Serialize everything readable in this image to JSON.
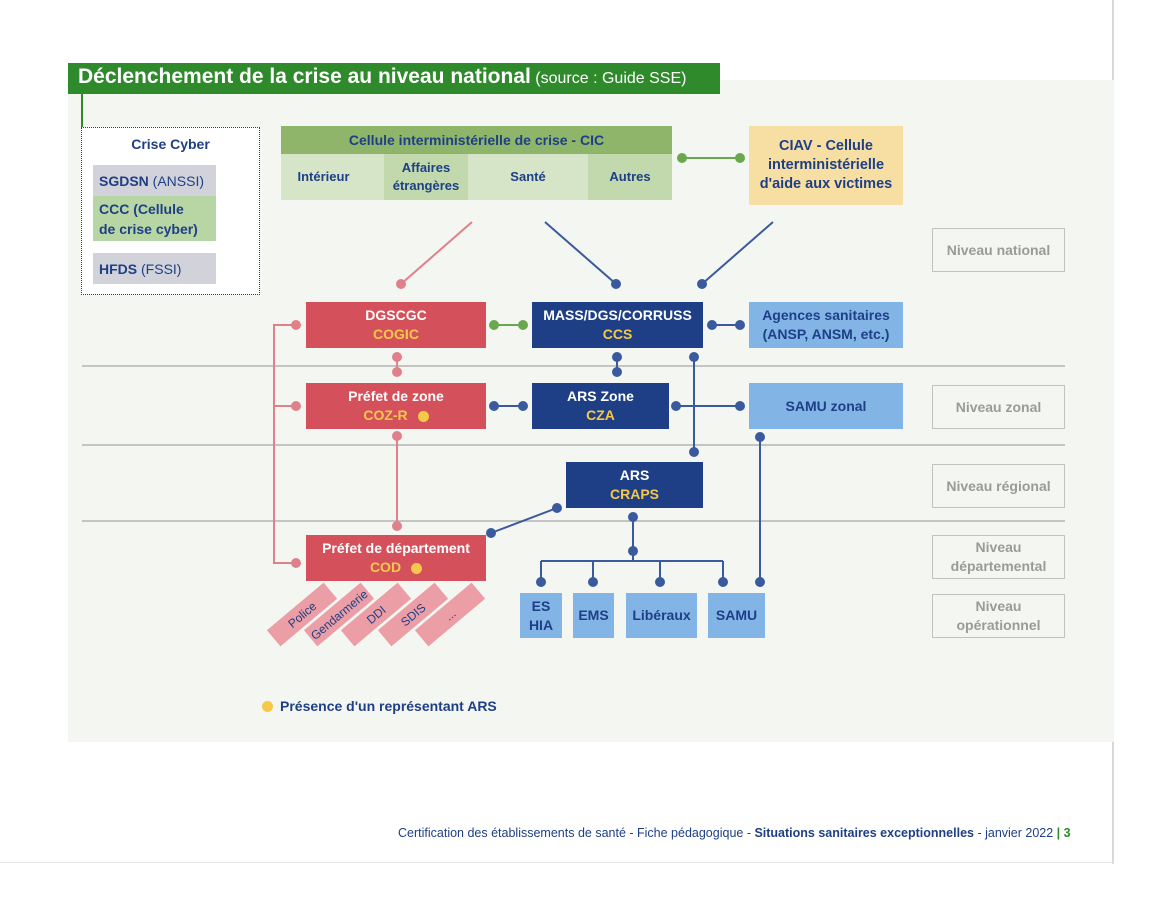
{
  "title": {
    "main": "Déclenchement de la crise au niveau national",
    "source": "(source : Guide SSE)"
  },
  "cyber": {
    "title": "Crise Cyber",
    "sgdsn_bold": "SGDSN",
    "sgdsn_rest": " (ANSSI)",
    "ccc_line1": "CCC (Cellule",
    "ccc_line2": "de crise cyber)",
    "hfds_bold": "HFDS",
    "hfds_rest": " (FSSI)"
  },
  "cic": {
    "header": "Cellule interministérielle de crise - CIC",
    "cells": [
      "Intérieur",
      "Affaires étrangères",
      "Santé",
      "Autres"
    ]
  },
  "ciav": {
    "line1": "CIAV - Cellule",
    "line2": "interministérielle",
    "line3": "d'aide aux victimes"
  },
  "nodes": {
    "dgscgc": {
      "name": "DGSCGC",
      "sub": "COGIC"
    },
    "mass": {
      "name": "MASS/DGS/CORRUSS",
      "sub": "CCS"
    },
    "agences": {
      "line1": "Agences sanitaires",
      "line2": "(ANSP, ANSM, etc.)"
    },
    "prefet_zone": {
      "name": "Préfet de zone",
      "sub": "COZ-R"
    },
    "ars_zone": {
      "name": "ARS Zone",
      "sub": "CZA"
    },
    "samu_zonal": {
      "name": "SAMU zonal"
    },
    "ars": {
      "name": "ARS",
      "sub": "CRAPS"
    },
    "prefet_dep": {
      "name": "Préfet de département",
      "sub": "COD"
    },
    "es_hia": {
      "line1": "ES",
      "line2": "HIA"
    },
    "ems": {
      "name": "EMS"
    },
    "liberaux": {
      "name": "Libéraux"
    },
    "samu": {
      "name": "SAMU"
    }
  },
  "partners": [
    "Police",
    "Gendarmerie",
    "DDI",
    "SDIS",
    "..."
  ],
  "levels": {
    "national": "Niveau national",
    "zonal": "Niveau zonal",
    "regional": "Niveau régional",
    "departemental_1": "Niveau",
    "departemental_2": "départemental",
    "operationnel_1": "Niveau",
    "operationnel_2": "opérationnel"
  },
  "legend": "Présence d'un représentant ARS",
  "footer": {
    "text": "Certification des établissements de santé - Fiche pédagogique - ",
    "bold": "Situations sanitaires exceptionnelles",
    "date": " - janvier 2022 ",
    "sep": "| ",
    "page": "3"
  },
  "colors": {
    "green": "#2f8a2b",
    "red": "#d4515c",
    "navy": "#1e3f86",
    "light_blue": "#82b5e6",
    "beige": "#f7dfa3",
    "yellow": "#f5c84a",
    "pink": "#eb9ea6"
  }
}
